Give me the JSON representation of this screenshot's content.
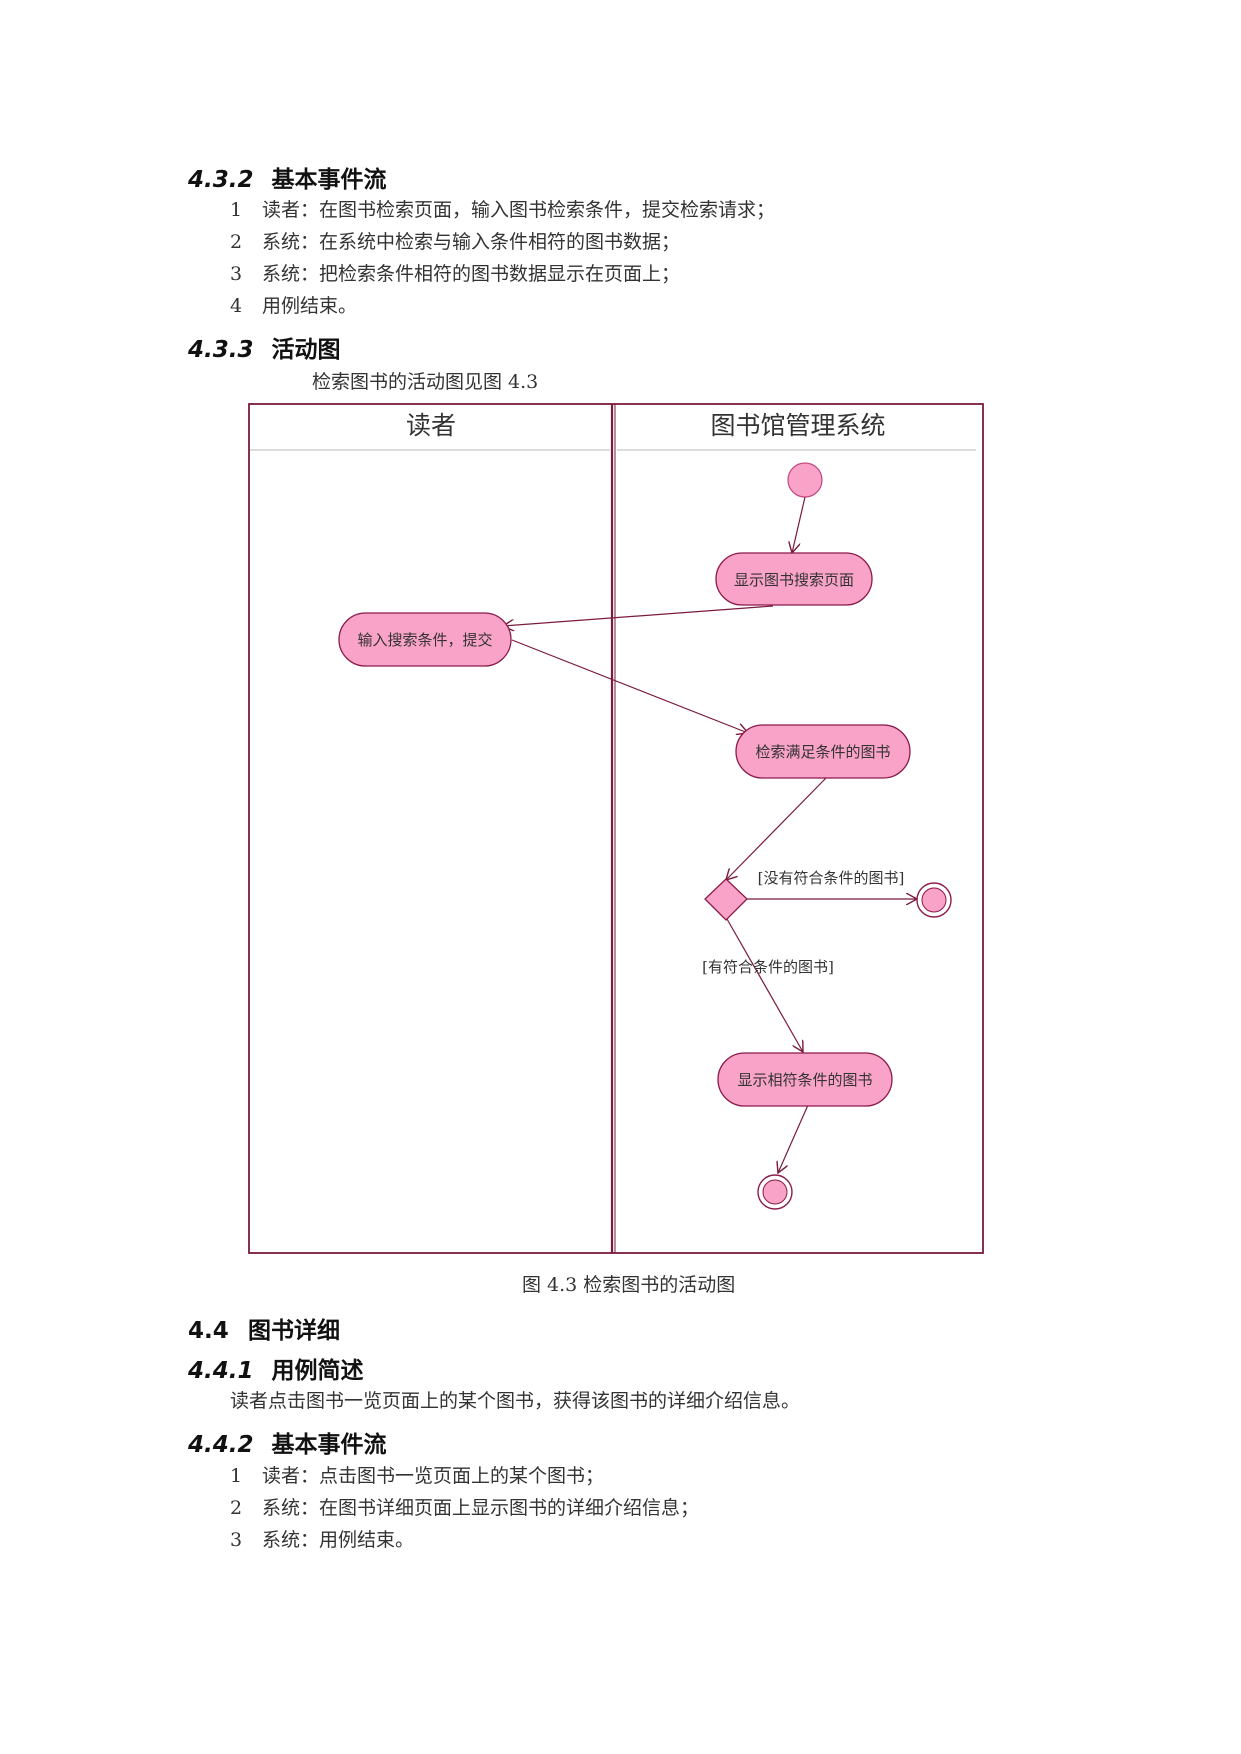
{
  "sections": {
    "s432_num": "4.3.2",
    "s432_title": "基本事件流",
    "s433_num": "4.3.3",
    "s433_title": "活动图",
    "s44_num": "4.4",
    "s44_title": "图书详细",
    "s441_num": "4.4.1",
    "s441_title": "用例简述",
    "s442_num": "4.4.2",
    "s442_title": "基本事件流"
  },
  "flow_432": [
    {
      "n": "1",
      "text": "读者：在图书检索页面，输入图书检索条件，提交检索请求；"
    },
    {
      "n": "2",
      "text": "系统：在系统中检索与输入条件相符的图书数据；"
    },
    {
      "n": "3",
      "text": "系统：把检索条件相符的图书数据显示在页面上；"
    },
    {
      "n": "4",
      "text": "用例结束。"
    }
  ],
  "intro_433": "检索图书的活动图见图 4.3",
  "diagram": {
    "lane_left": "读者",
    "lane_right": "图书馆管理系统",
    "act_show_search": "显示图书搜索页面",
    "act_input": "输入搜索条件，提交",
    "act_search": "检索满足条件的图书",
    "guard_none": "[没有符合条件的图书]",
    "guard_found": "[有符合条件的图书]",
    "act_show_result": "显示相符条件的图书",
    "colors": {
      "fill": "#f9a3c8",
      "stroke": "#8b1a4a",
      "frame": "#7a1a3c",
      "arrow": "#7a1a3c"
    }
  },
  "figure_caption": "图 4.3  检索图书的活动图",
  "summary_441": "读者点击图书一览页面上的某个图书，获得该图书的详细介绍信息。",
  "flow_442": [
    {
      "n": "1",
      "text": "读者：点击图书一览页面上的某个图书；"
    },
    {
      "n": "2",
      "text": "系统：在图书详细页面上显示图书的详细介绍信息；"
    },
    {
      "n": "3",
      "text": "系统：用例结束。"
    }
  ]
}
